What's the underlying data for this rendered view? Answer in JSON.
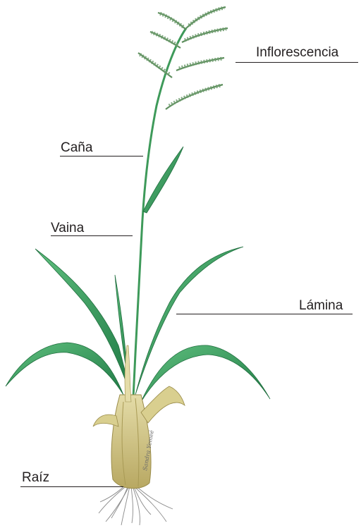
{
  "labels": {
    "inflorescence": "Inflorescencia",
    "culm": "Caña",
    "sheath": "Vaina",
    "blade": "Lámina",
    "root": "Raíz"
  },
  "signature": "Sandra Yemeé",
  "colors": {
    "leaf_dark": "#1f7a45",
    "leaf_light": "#5fbf7e",
    "stem": "#3e9a5a",
    "spikelet": "#6a9a6a",
    "base": "#d9cf8f",
    "base_shadow": "#a89a55",
    "root": "#8a8a8a",
    "text": "#231f20"
  }
}
